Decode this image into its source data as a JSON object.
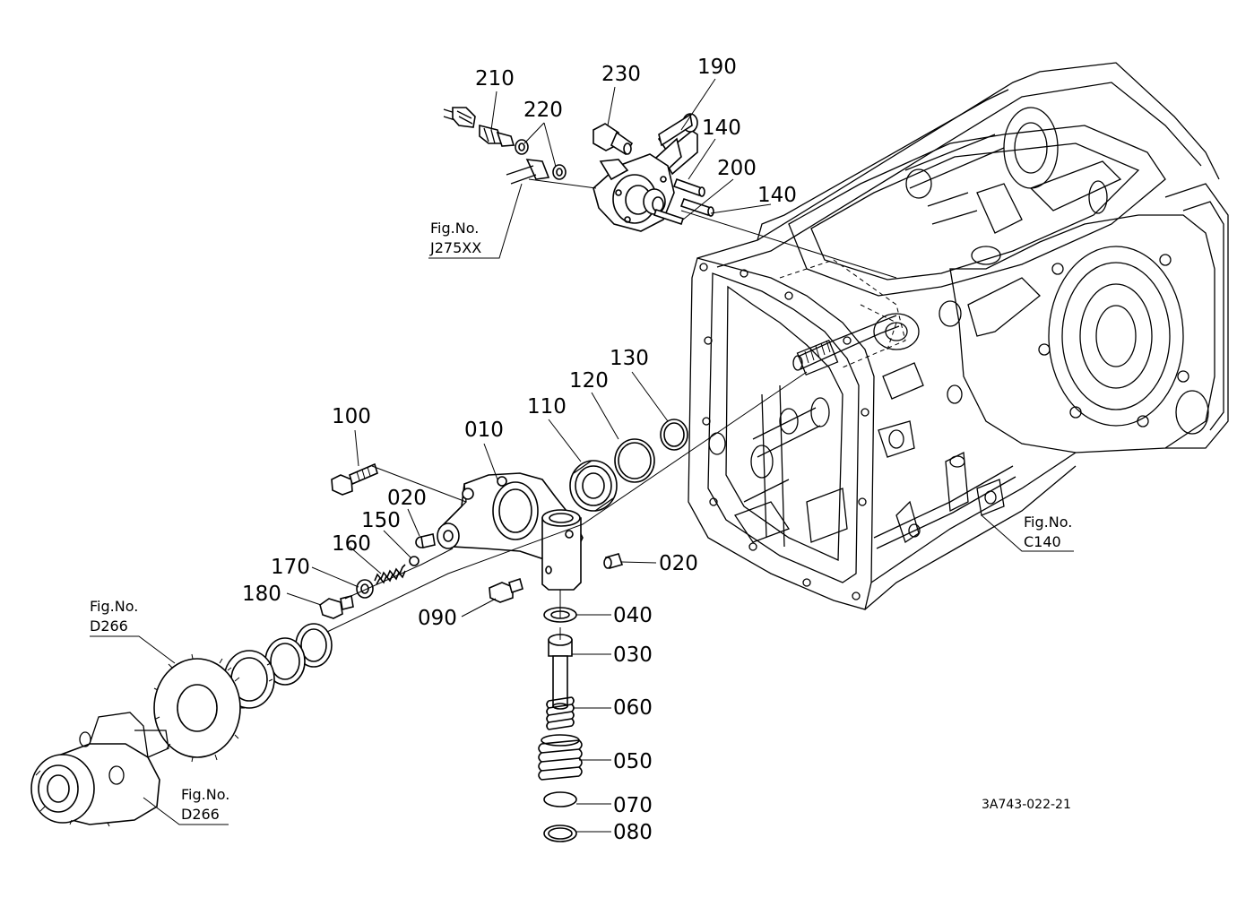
{
  "parts": {
    "p010": "010",
    "p020a": "020",
    "p020b": "020",
    "p030": "030",
    "p040": "040",
    "p050": "050",
    "p060": "060",
    "p070": "070",
    "p080": "080",
    "p090": "090",
    "p100": "100",
    "p110": "110",
    "p120": "120",
    "p130": "130",
    "p140a": "140",
    "p140b": "140",
    "p150": "150",
    "p160": "160",
    "p170": "170",
    "p180": "180",
    "p190": "190",
    "p200": "200",
    "p210": "210",
    "p220": "220",
    "p230": "230"
  },
  "references": {
    "j275": {
      "fig": "Fig.No.",
      "no": "J275XX"
    },
    "c140": {
      "fig": "Fig.No.",
      "no": "C140"
    },
    "d266a": {
      "fig": "Fig.No.",
      "no": "D266"
    },
    "d266b": {
      "fig": "Fig.No.",
      "no": "D266"
    }
  },
  "drawing_code": "3A743-022-21"
}
